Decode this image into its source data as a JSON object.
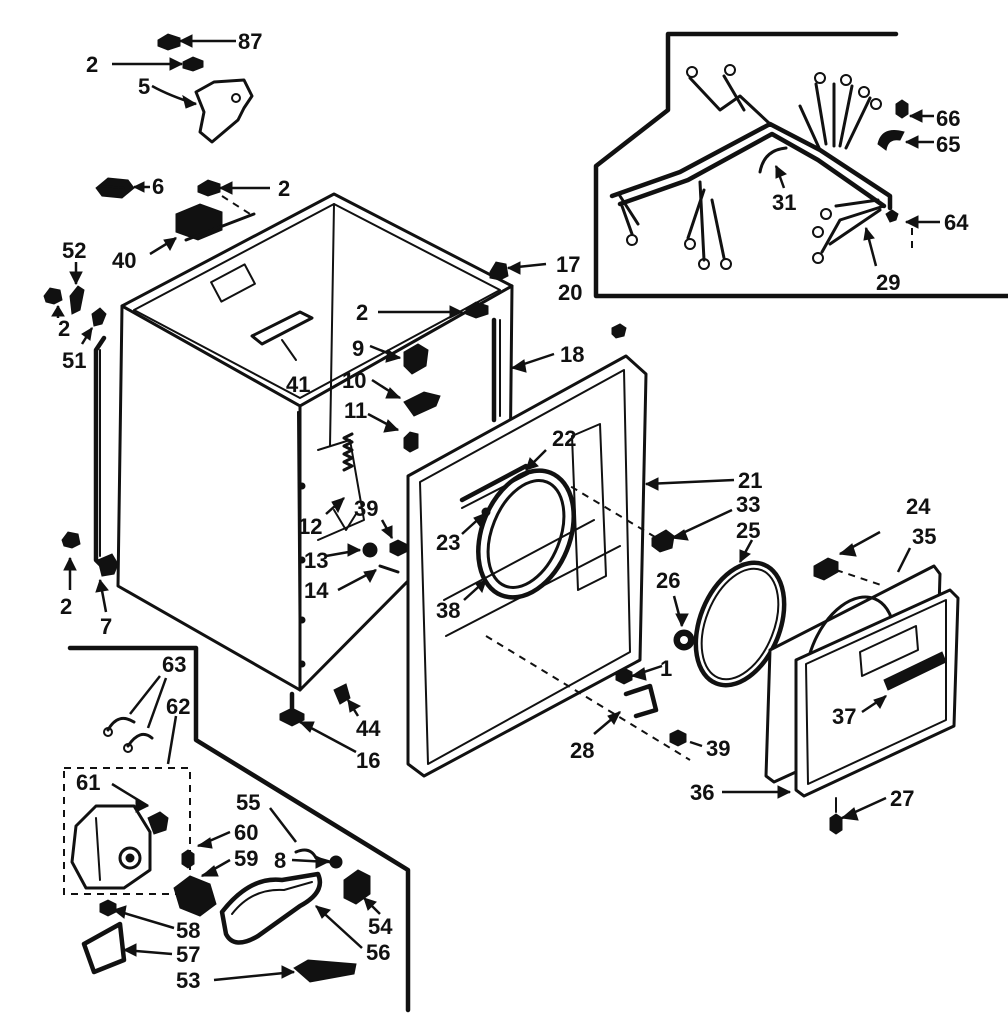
{
  "diagram": {
    "labels": [
      {
        "id": "l87",
        "text": "87"
      },
      {
        "id": "l2a",
        "text": "2"
      },
      {
        "id": "l5",
        "text": "5"
      },
      {
        "id": "l6",
        "text": "6"
      },
      {
        "id": "l2b",
        "text": "2"
      },
      {
        "id": "l40",
        "text": "40"
      },
      {
        "id": "l52",
        "text": "52"
      },
      {
        "id": "l2c",
        "text": "2"
      },
      {
        "id": "l51",
        "text": "51"
      },
      {
        "id": "l41",
        "text": "41"
      },
      {
        "id": "l17",
        "text": "17"
      },
      {
        "id": "l20",
        "text": "20"
      },
      {
        "id": "l2d",
        "text": "2"
      },
      {
        "id": "l9",
        "text": "9"
      },
      {
        "id": "l10",
        "text": "10"
      },
      {
        "id": "l11",
        "text": "11"
      },
      {
        "id": "l18",
        "text": "18"
      },
      {
        "id": "l66",
        "text": "66"
      },
      {
        "id": "l65",
        "text": "65"
      },
      {
        "id": "l31",
        "text": "31"
      },
      {
        "id": "l64",
        "text": "64"
      },
      {
        "id": "l29",
        "text": "29"
      },
      {
        "id": "l22",
        "text": "22"
      },
      {
        "id": "l21",
        "text": "21"
      },
      {
        "id": "l33",
        "text": "33"
      },
      {
        "id": "l25",
        "text": "25"
      },
      {
        "id": "l24",
        "text": "24"
      },
      {
        "id": "l35",
        "text": "35"
      },
      {
        "id": "l12",
        "text": "12"
      },
      {
        "id": "l39a",
        "text": "39"
      },
      {
        "id": "l23",
        "text": "23"
      },
      {
        "id": "l13",
        "text": "13"
      },
      {
        "id": "l14",
        "text": "14"
      },
      {
        "id": "l38",
        "text": "38"
      },
      {
        "id": "l26",
        "text": "26"
      },
      {
        "id": "l2e",
        "text": "2"
      },
      {
        "id": "l7",
        "text": "7"
      },
      {
        "id": "l63",
        "text": "63"
      },
      {
        "id": "l62",
        "text": "62"
      },
      {
        "id": "l44",
        "text": "44"
      },
      {
        "id": "l16",
        "text": "16"
      },
      {
        "id": "l1",
        "text": "1"
      },
      {
        "id": "l28",
        "text": "28"
      },
      {
        "id": "l39b",
        "text": "39"
      },
      {
        "id": "l37",
        "text": "37"
      },
      {
        "id": "l36",
        "text": "36"
      },
      {
        "id": "l27",
        "text": "27"
      },
      {
        "id": "l61",
        "text": "61"
      },
      {
        "id": "l55",
        "text": "55"
      },
      {
        "id": "l60",
        "text": "60"
      },
      {
        "id": "l59",
        "text": "59"
      },
      {
        "id": "l8",
        "text": "8"
      },
      {
        "id": "l54",
        "text": "54"
      },
      {
        "id": "l58",
        "text": "58"
      },
      {
        "id": "l56",
        "text": "56"
      },
      {
        "id": "l57",
        "text": "57"
      },
      {
        "id": "l53",
        "text": "53"
      }
    ]
  }
}
